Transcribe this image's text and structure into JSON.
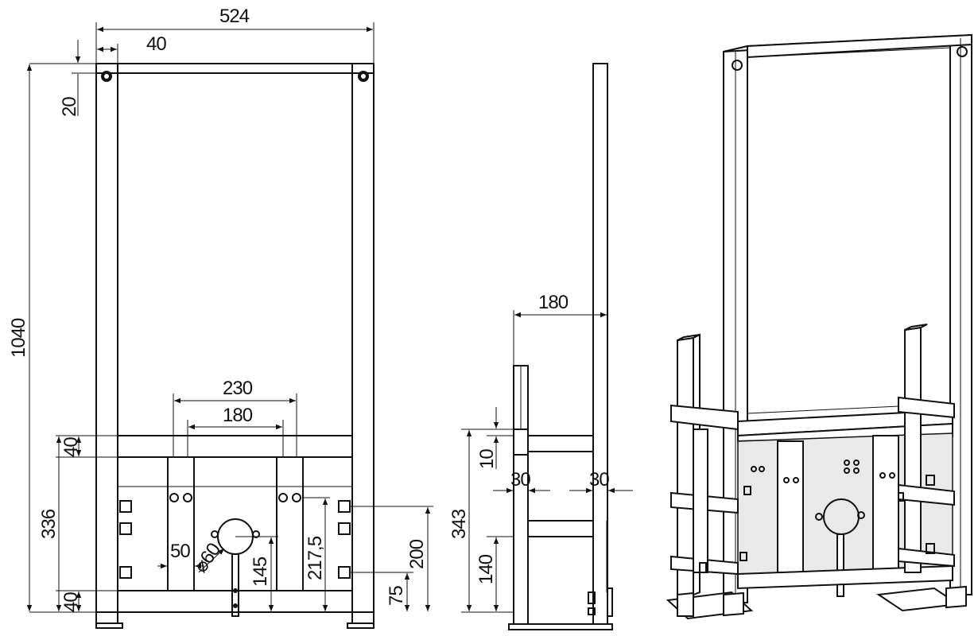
{
  "front_view": {
    "width": "524",
    "side_offset": "40",
    "top_offset": "20",
    "height": "1040",
    "outer_spacing": "230",
    "inner_spacing": "180",
    "crossbar": "40",
    "mount_height": "336",
    "bottom_bar": "40",
    "hole_offset": "50",
    "pipe_diameter": "⌀60",
    "pipe_height": "145",
    "centre_height": "217,5",
    "bolt_height": "200",
    "low_bolt": "75"
  },
  "side_view": {
    "depth": "180",
    "top_gap": "10",
    "left_profile": "30",
    "right_profile": "30",
    "total_height": "343",
    "bottom_height": "140"
  }
}
